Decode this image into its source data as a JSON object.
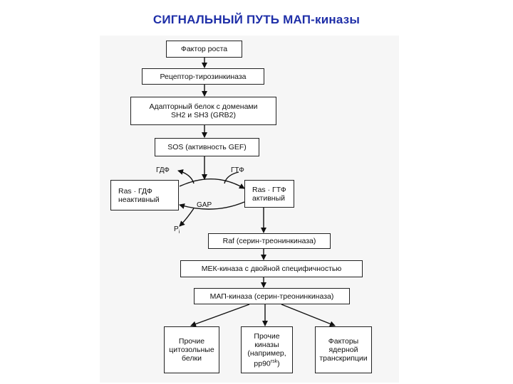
{
  "title": "СИГНАЛЬНЫЙ ПУТЬ МАП-киназы",
  "boxes": {
    "growth_factor": "Фактор роста",
    "receptor": "Рецептор-тирозинкиназа",
    "adapter": "Адапторный белок с доменами\nSH2 и SH3 (GRB2)",
    "sos": "SOS (активность GEF)",
    "ras_gdp": "Ras · ГДФ\nнеактивный",
    "ras_gtp": "Ras · ГТФ\nактивный",
    "raf": "Raf (серин-треонинкиназа)",
    "mek": "МЕК-киназа с двойной специфичностью",
    "map": "МАП-киназа (серин-треонинкиназа)",
    "other_cyto": "Прочие\nцитозольные\nбелки",
    "other_kinases": "Прочие\nкиназы\n(например,\npp90",
    "other_kinases_sup": "rsk",
    "other_kinases_end": ")",
    "transcription": "Факторы\nядерной\nтранскрипции"
  },
  "labels": {
    "gdp": "ГДФ",
    "gtp": "ГТФ",
    "gap": "GAP",
    "pi": "P",
    "pi_sub": "i"
  }
}
